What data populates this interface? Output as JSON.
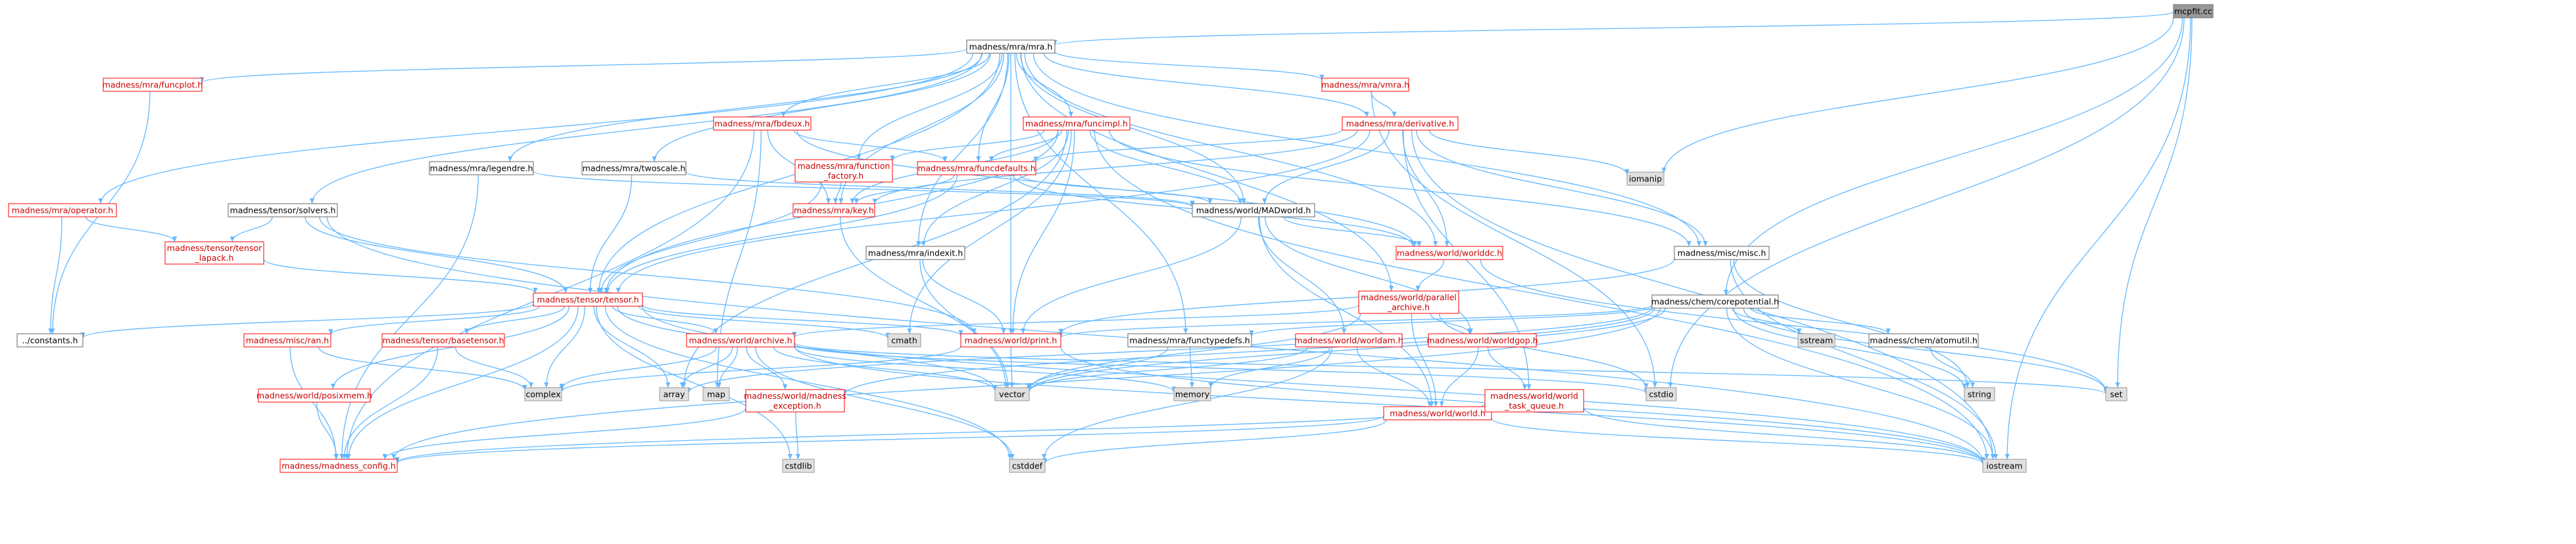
{
  "colors": {
    "edge": "#63b8ff",
    "root_fill": "#999999",
    "root_border": "#666666",
    "local_fill": "#ffffff",
    "local_border": "#ff0000",
    "local_text": "#cc0000",
    "plain_fill": "#ffffff",
    "plain_border": "#666666",
    "plain_text": "#000000",
    "system_fill": "#e0e0e0",
    "system_border": "#999999",
    "system_text": "#000000"
  },
  "nodes": [
    {
      "id": "mcpfit",
      "label": "mcpfit.cc",
      "kind": "root"
    },
    {
      "id": "mra",
      "label": "madness/mra/mra.h",
      "kind": "plain"
    },
    {
      "id": "iomanip",
      "label": "iomanip",
      "kind": "system"
    },
    {
      "id": "corepot",
      "label": "madness/chem/corepotential.h",
      "kind": "plain"
    },
    {
      "id": "cstdio",
      "label": "cstdio",
      "kind": "system"
    },
    {
      "id": "set",
      "label": "set",
      "kind": "system"
    },
    {
      "id": "iostream",
      "label": "iostream",
      "kind": "system"
    },
    {
      "id": "funcplot",
      "label": "madness/mra/funcplot.h",
      "kind": "local"
    },
    {
      "id": "vmra",
      "label": "madness/mra/vmra.h",
      "kind": "local"
    },
    {
      "id": "derivative",
      "label": "madness/mra/derivative.h",
      "kind": "local"
    },
    {
      "id": "fbdeux",
      "label": "madness/mra/fbdeux.h",
      "kind": "local"
    },
    {
      "id": "funcimpl",
      "label": "madness/mra/funcimpl.h",
      "kind": "local"
    },
    {
      "id": "funcfactory",
      "label": [
        "madness/mra/function",
        "_factory.h"
      ],
      "kind": "local"
    },
    {
      "id": "funcdefaults",
      "label": "madness/mra/funcdefaults.h",
      "kind": "local"
    },
    {
      "id": "legendre",
      "label": "madness/mra/legendre.h",
      "kind": "plain"
    },
    {
      "id": "twoscale",
      "label": "madness/mra/twoscale.h",
      "kind": "plain"
    },
    {
      "id": "operator",
      "label": "madness/mra/operator.h",
      "kind": "local"
    },
    {
      "id": "solvers",
      "label": "madness/tensor/solvers.h",
      "kind": "plain"
    },
    {
      "id": "key",
      "label": "madness/mra/key.h",
      "kind": "local"
    },
    {
      "id": "madworld",
      "label": "madness/world/MADworld.h",
      "kind": "plain"
    },
    {
      "id": "indexit",
      "label": "madness/mra/indexit.h",
      "kind": "plain"
    },
    {
      "id": "worlddc",
      "label": "madness/world/worlddc.h",
      "kind": "local"
    },
    {
      "id": "misc",
      "label": "madness/misc/misc.h",
      "kind": "plain"
    },
    {
      "id": "lapack",
      "label": [
        "madness/tensor/tensor",
        "_lapack.h"
      ],
      "kind": "local"
    },
    {
      "id": "tensor",
      "label": "madness/tensor/tensor.h",
      "kind": "local"
    },
    {
      "id": "parchive",
      "label": [
        "madness/world/parallel",
        "_archive.h"
      ],
      "kind": "local"
    },
    {
      "id": "constants",
      "label": "../constants.h",
      "kind": "plain"
    },
    {
      "id": "ran",
      "label": "madness/misc/ran.h",
      "kind": "local"
    },
    {
      "id": "basetensor",
      "label": "madness/tensor/basetensor.h",
      "kind": "local"
    },
    {
      "id": "archive",
      "label": "madness/world/archive.h",
      "kind": "local"
    },
    {
      "id": "cmath",
      "label": "cmath",
      "kind": "system"
    },
    {
      "id": "print",
      "label": "madness/world/print.h",
      "kind": "local"
    },
    {
      "id": "functypedefs",
      "label": "madness/mra/functypedefs.h",
      "kind": "plain"
    },
    {
      "id": "worldam",
      "label": "madness/world/worldam.h",
      "kind": "local"
    },
    {
      "id": "worldgop",
      "label": "madness/world/worldgop.h",
      "kind": "local"
    },
    {
      "id": "sstream",
      "label": "sstream",
      "kind": "system"
    },
    {
      "id": "atomutil",
      "label": "madness/chem/atomutil.h",
      "kind": "plain"
    },
    {
      "id": "posixmem",
      "label": "madness/world/posixmem.h",
      "kind": "local"
    },
    {
      "id": "complex",
      "label": "complex",
      "kind": "system"
    },
    {
      "id": "array",
      "label": "array",
      "kind": "system"
    },
    {
      "id": "map",
      "label": "map",
      "kind": "system"
    },
    {
      "id": "madexc",
      "label": [
        "madness/world/madness",
        "_exception.h"
      ],
      "kind": "local"
    },
    {
      "id": "vector",
      "label": "vector",
      "kind": "system"
    },
    {
      "id": "memory",
      "label": "memory",
      "kind": "system"
    },
    {
      "id": "world",
      "label": "madness/world/world.h",
      "kind": "local"
    },
    {
      "id": "worldtask",
      "label": [
        "madness/world/world",
        "_task_queue.h"
      ],
      "kind": "local"
    },
    {
      "id": "string",
      "label": "string",
      "kind": "system"
    },
    {
      "id": "config",
      "label": "madness/madness_config.h",
      "kind": "local"
    },
    {
      "id": "cstdlib",
      "label": "cstdlib",
      "kind": "system"
    },
    {
      "id": "cstddef",
      "label": "cstddef",
      "kind": "system"
    }
  ],
  "edges": [
    [
      "mcpfit",
      "mra"
    ],
    [
      "mcpfit",
      "iomanip"
    ],
    [
      "mcpfit",
      "corepot"
    ],
    [
      "mcpfit",
      "cstdio"
    ],
    [
      "mcpfit",
      "set"
    ],
    [
      "mcpfit",
      "iostream"
    ],
    [
      "mra",
      "funcplot"
    ],
    [
      "mra",
      "vmra"
    ],
    [
      "mra",
      "derivative"
    ],
    [
      "mra",
      "fbdeux"
    ],
    [
      "mra",
      "funcimpl"
    ],
    [
      "mra",
      "funcfactory"
    ],
    [
      "mra",
      "funcdefaults"
    ],
    [
      "mra",
      "legendre"
    ],
    [
      "mra",
      "twoscale"
    ],
    [
      "mra",
      "operator"
    ],
    [
      "mra",
      "solvers"
    ],
    [
      "mra",
      "key"
    ],
    [
      "mra",
      "madworld"
    ],
    [
      "mra",
      "indexit"
    ],
    [
      "mra",
      "worlddc"
    ],
    [
      "mra",
      "misc"
    ],
    [
      "mra",
      "tensor"
    ],
    [
      "mra",
      "parchive"
    ],
    [
      "mra",
      "print"
    ],
    [
      "mra",
      "functypedefs"
    ],
    [
      "funcplot",
      "constants"
    ],
    [
      "vmra",
      "derivative"
    ],
    [
      "vmra",
      "cstdio"
    ],
    [
      "derivative",
      "iomanip"
    ],
    [
      "derivative",
      "funcdefaults"
    ],
    [
      "derivative",
      "key"
    ],
    [
      "derivative",
      "madworld"
    ],
    [
      "derivative",
      "worlddc"
    ],
    [
      "derivative",
      "misc"
    ],
    [
      "derivative",
      "tensor"
    ],
    [
      "derivative",
      "iostream"
    ],
    [
      "derivative",
      "worldtask"
    ],
    [
      "fbdeux",
      "funcdefaults"
    ],
    [
      "fbdeux",
      "key"
    ],
    [
      "fbdeux",
      "worlddc"
    ],
    [
      "fbdeux",
      "map"
    ],
    [
      "fbdeux",
      "config"
    ],
    [
      "funcimpl",
      "funcfactory"
    ],
    [
      "funcimpl",
      "funcdefaults"
    ],
    [
      "funcimpl",
      "key"
    ],
    [
      "funcimpl",
      "madworld"
    ],
    [
      "funcimpl",
      "indexit"
    ],
    [
      "funcimpl",
      "misc"
    ],
    [
      "funcimpl",
      "tensor"
    ],
    [
      "funcimpl",
      "print"
    ],
    [
      "funcimpl",
      "array"
    ],
    [
      "funcimpl",
      "iostream"
    ],
    [
      "funcimpl",
      "cmath"
    ],
    [
      "funcfactory",
      "key"
    ],
    [
      "funcfactory",
      "tensor"
    ],
    [
      "funcdefaults",
      "key"
    ],
    [
      "funcdefaults",
      "madworld"
    ],
    [
      "funcdefaults",
      "worlddc"
    ],
    [
      "funcdefaults",
      "tensor"
    ],
    [
      "legendre",
      "madworld"
    ],
    [
      "legendre",
      "config"
    ],
    [
      "twoscale",
      "madworld"
    ],
    [
      "twoscale",
      "tensor"
    ],
    [
      "operator",
      "lapack"
    ],
    [
      "operator",
      "constants"
    ],
    [
      "solvers",
      "lapack"
    ],
    [
      "solvers",
      "tensor"
    ],
    [
      "solvers",
      "print"
    ],
    [
      "solvers",
      "iostream"
    ],
    [
      "key",
      "vector"
    ],
    [
      "madworld",
      "worlddc"
    ],
    [
      "madworld",
      "worldam"
    ],
    [
      "madworld",
      "worldgop"
    ],
    [
      "madworld",
      "world"
    ],
    [
      "madworld",
      "print"
    ],
    [
      "indexit",
      "print"
    ],
    [
      "indexit",
      "vector"
    ],
    [
      "worlddc",
      "parchive"
    ],
    [
      "worlddc",
      "set"
    ],
    [
      "misc",
      "iostream"
    ],
    [
      "misc",
      "string"
    ],
    [
      "misc",
      "print"
    ],
    [
      "lapack",
      "tensor"
    ],
    [
      "tensor",
      "constants"
    ],
    [
      "tensor",
      "ran"
    ],
    [
      "tensor",
      "basetensor"
    ],
    [
      "tensor",
      "archive"
    ],
    [
      "tensor",
      "cmath"
    ],
    [
      "tensor",
      "print"
    ],
    [
      "tensor",
      "posixmem"
    ],
    [
      "tensor",
      "complex"
    ],
    [
      "tensor",
      "array"
    ],
    [
      "tensor",
      "vector"
    ],
    [
      "tensor",
      "config"
    ],
    [
      "tensor",
      "cstdlib"
    ],
    [
      "tensor",
      "cstddef"
    ],
    [
      "tensor",
      "iostream"
    ],
    [
      "parchive",
      "archive"
    ],
    [
      "parchive",
      "worldgop"
    ],
    [
      "parchive",
      "cstdio"
    ],
    [
      "parchive",
      "vector"
    ],
    [
      "parchive",
      "world"
    ],
    [
      "ran",
      "complex"
    ],
    [
      "ran",
      "config"
    ],
    [
      "basetensor",
      "complex"
    ],
    [
      "basetensor",
      "config"
    ],
    [
      "archive",
      "complex"
    ],
    [
      "archive",
      "array"
    ],
    [
      "archive",
      "map"
    ],
    [
      "archive",
      "madexc"
    ],
    [
      "archive",
      "vector"
    ],
    [
      "archive",
      "memory"
    ],
    [
      "archive",
      "cstdio"
    ],
    [
      "archive",
      "set"
    ],
    [
      "archive",
      "iostream"
    ],
    [
      "archive",
      "cstddef"
    ],
    [
      "print",
      "vector"
    ],
    [
      "print",
      "iostream"
    ],
    [
      "print",
      "complex"
    ],
    [
      "functypedefs",
      "memory"
    ],
    [
      "functypedefs",
      "vector"
    ],
    [
      "worldam",
      "memory"
    ],
    [
      "worldam",
      "world"
    ],
    [
      "worldam",
      "vector"
    ],
    [
      "worldam",
      "cstddef"
    ],
    [
      "worldgop",
      "world"
    ],
    [
      "worldgop",
      "worldtask"
    ],
    [
      "corepot",
      "print"
    ],
    [
      "corepot",
      "functypedefs"
    ],
    [
      "corepot",
      "atomutil"
    ],
    [
      "corepot",
      "sstream"
    ],
    [
      "corepot",
      "string"
    ],
    [
      "corepot",
      "set"
    ],
    [
      "corepot",
      "iostream"
    ],
    [
      "corepot",
      "vector"
    ],
    [
      "corepot",
      "config"
    ],
    [
      "corepot",
      "madexc"
    ],
    [
      "corepot",
      "array"
    ],
    [
      "atomutil",
      "string"
    ],
    [
      "posixmem",
      "config"
    ],
    [
      "madexc",
      "config"
    ],
    [
      "madexc",
      "cstdlib"
    ],
    [
      "world",
      "config"
    ],
    [
      "world",
      "iostream"
    ],
    [
      "world",
      "cstddef"
    ],
    [
      "worldtask",
      "iostream"
    ],
    [
      "worldtask",
      "config"
    ]
  ]
}
